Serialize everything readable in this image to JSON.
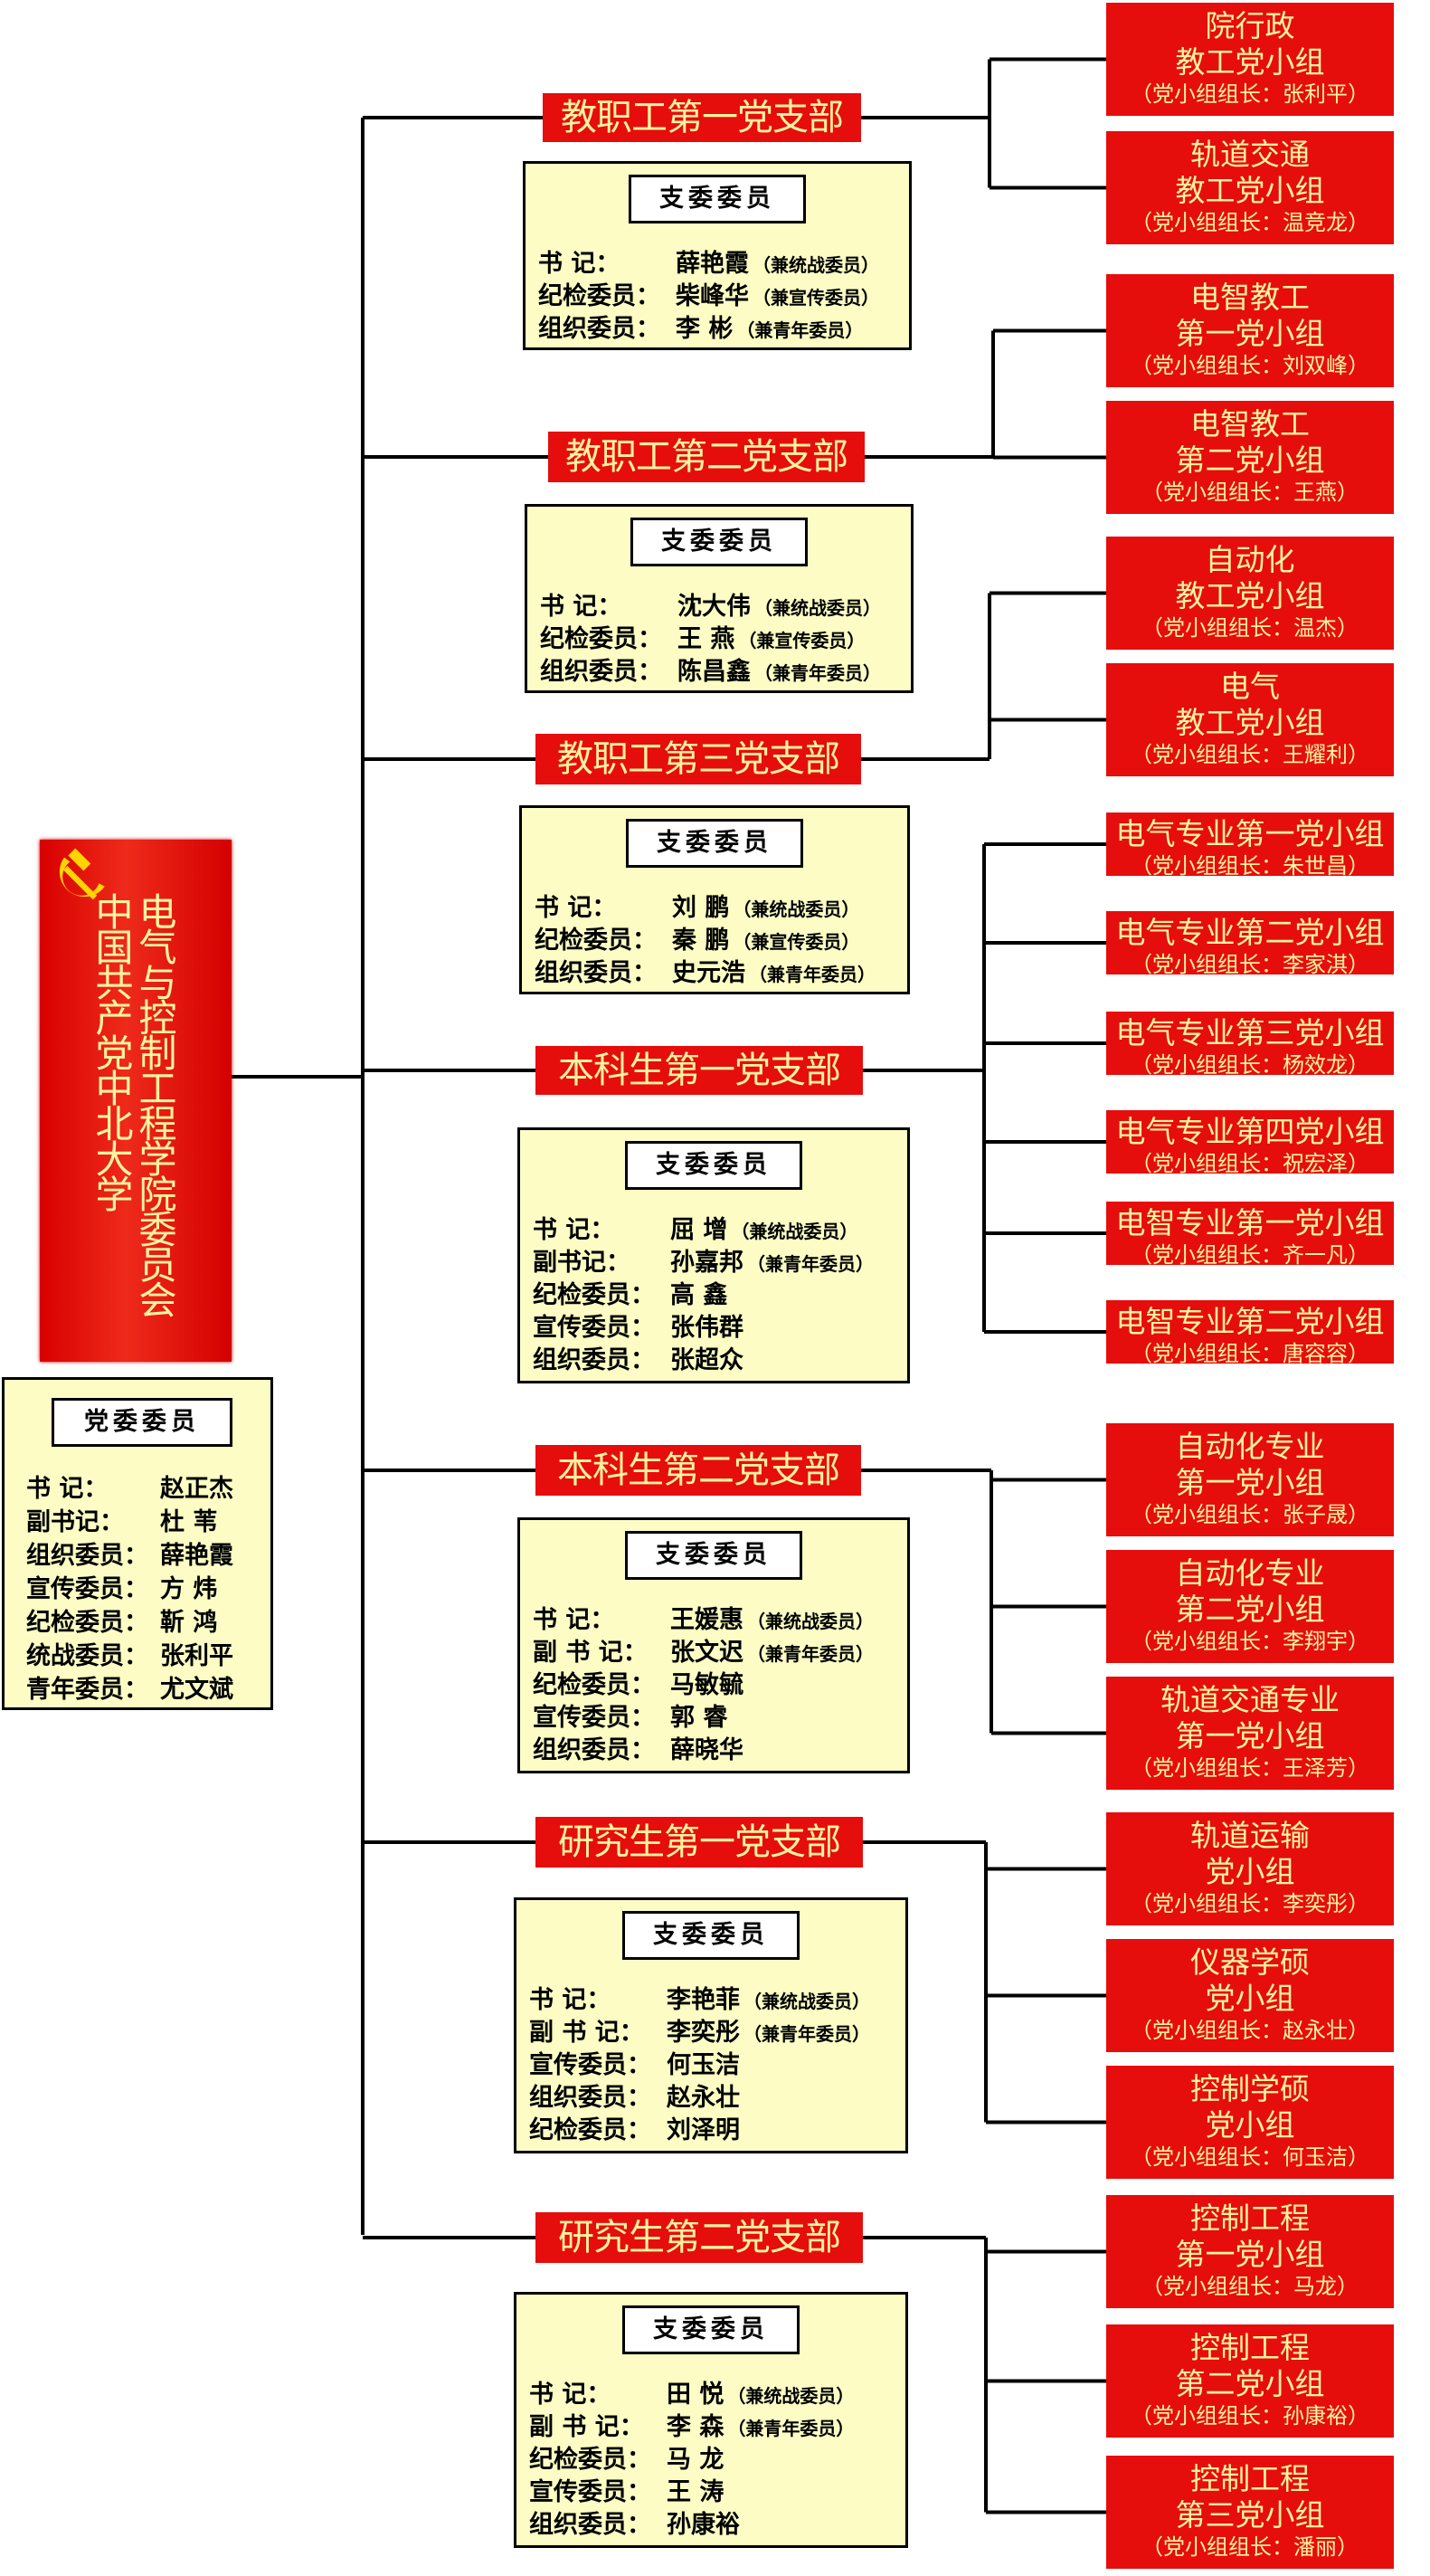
{
  "root": {
    "lines": [
      "中国共产党中北大学",
      "电气与控制工程学院委员会"
    ]
  },
  "party_committee": {
    "title": "党委委员",
    "members": [
      {
        "role": "书    记：",
        "name": "赵正杰"
      },
      {
        "role": "副书记：",
        "name": "杜    苇"
      },
      {
        "role": "组织委员：",
        "name": "薛艳霞"
      },
      {
        "role": "宣传委员：",
        "name": "方    炜"
      },
      {
        "role": "纪检委员：",
        "name": "靳    鸿"
      },
      {
        "role": "统战委员：",
        "name": "张利平"
      },
      {
        "role": "青年委员：",
        "name": "尤文斌"
      }
    ]
  },
  "branches": [
    {
      "name": "教职工第一党支部",
      "committee": {
        "title": "支委委员",
        "members": [
          {
            "role": "书    记：",
            "name": "薛艳霞",
            "note": "（兼统战委员）"
          },
          {
            "role": "纪检委员：",
            "name": "柴峰华",
            "note": "（兼宣传委员）"
          },
          {
            "role": "组织委员：",
            "name": "李    彬",
            "note": "（兼青年委员）"
          }
        ]
      },
      "groups": [
        {
          "lines": [
            "院行政",
            "教工党小组"
          ],
          "leader": "（党小组组长：张利平）"
        },
        {
          "lines": [
            "轨道交通",
            "教工党小组"
          ],
          "leader": "（党小组组长：温竞龙）"
        }
      ]
    },
    {
      "name": "教职工第二党支部",
      "committee": {
        "title": "支委委员",
        "members": [
          {
            "role": "书    记：",
            "name": "沈大伟",
            "note": "（兼统战委员）"
          },
          {
            "role": "纪检委员：",
            "name": "王    燕",
            "note": "（兼宣传委员）"
          },
          {
            "role": "组织委员：",
            "name": "陈昌鑫",
            "note": "（兼青年委员）"
          }
        ]
      },
      "groups": [
        {
          "lines": [
            "电智教工",
            "第一党小组"
          ],
          "leader": "（党小组组长：刘双峰）"
        },
        {
          "lines": [
            "电智教工",
            "第二党小组"
          ],
          "leader": "（党小组组长：王燕）"
        }
      ]
    },
    {
      "name": "教职工第三党支部",
      "committee": {
        "title": "支委委员",
        "members": [
          {
            "role": "书    记：",
            "name": "刘    鹏",
            "note": "（兼统战委员）"
          },
          {
            "role": "纪检委员：",
            "name": "秦    鹏",
            "note": "（兼宣传委员）"
          },
          {
            "role": "组织委员：",
            "name": "史元浩",
            "note": "（兼青年委员）"
          }
        ]
      },
      "groups": [
        {
          "lines": [
            "自动化",
            "教工党小组"
          ],
          "leader": "（党小组组长：温杰）"
        },
        {
          "lines": [
            "电气",
            "教工党小组"
          ],
          "leader": "（党小组组长：王耀利）"
        }
      ]
    },
    {
      "name": "本科生第一党支部",
      "committee": {
        "title": "支委委员",
        "members": [
          {
            "role": "书    记：",
            "name": "屈    增",
            "note": "（兼统战委员）"
          },
          {
            "role": "副书记：",
            "name": "孙嘉邦",
            "note": "（兼青年委员）"
          },
          {
            "role": "纪检委员：",
            "name": "高    鑫"
          },
          {
            "role": "宣传委员：",
            "name": "张伟群"
          },
          {
            "role": "组织委员：",
            "name": "张超众"
          }
        ]
      },
      "groups": [
        {
          "lines": [
            "电气专业第一党小组"
          ],
          "leader": "（党小组组长：朱世昌）"
        },
        {
          "lines": [
            "电气专业第二党小组"
          ],
          "leader": "（党小组组长：李家淇）"
        },
        {
          "lines": [
            "电气专业第三党小组"
          ],
          "leader": "（党小组组长：杨效龙）"
        },
        {
          "lines": [
            "电气专业第四党小组"
          ],
          "leader": "（党小组组长：祝宏泽）"
        },
        {
          "lines": [
            "电智专业第一党小组"
          ],
          "leader": "（党小组组长：齐一凡）"
        },
        {
          "lines": [
            "电智专业第二党小组"
          ],
          "leader": "（党小组组长：唐容容）"
        }
      ]
    },
    {
      "name": "本科生第二党支部",
      "committee": {
        "title": "支委委员",
        "members": [
          {
            "role": "书    记：",
            "name": "王媛惠",
            "note": "（兼统战委员）"
          },
          {
            "role": "副 书 记：",
            "name": "张文迟",
            "note": "（兼青年委员）"
          },
          {
            "role": "纪检委员：",
            "name": "马敏毓"
          },
          {
            "role": "宣传委员：",
            "name": "郭    睿"
          },
          {
            "role": "组织委员：",
            "name": "薛晓华"
          }
        ]
      },
      "groups": [
        {
          "lines": [
            "自动化专业",
            "第一党小组"
          ],
          "leader": "（党小组组长：张子晟）"
        },
        {
          "lines": [
            "自动化专业",
            "第二党小组"
          ],
          "leader": "（党小组组长：李翔宇）"
        },
        {
          "lines": [
            "轨道交通专业",
            "第一党小组"
          ],
          "leader": "（党小组组长：王泽芳）"
        }
      ]
    },
    {
      "name": "研究生第一党支部",
      "committee": {
        "title": "支委委员",
        "members": [
          {
            "role": "书    记：",
            "name": "李艳菲",
            "note": "（兼统战委员）"
          },
          {
            "role": "副 书 记：",
            "name": "李奕彤",
            "note": "（兼青年委员）"
          },
          {
            "role": "宣传委员：",
            "name": "何玉洁"
          },
          {
            "role": "组织委员：",
            "name": "赵永壮"
          },
          {
            "role": "纪检委员：",
            "name": "刘泽明"
          }
        ]
      },
      "groups": [
        {
          "lines": [
            "轨道运输",
            "党小组"
          ],
          "leader": "（党小组组长：李奕彤）"
        },
        {
          "lines": [
            "仪器学硕",
            "党小组"
          ],
          "leader": "（党小组组长：赵永壮）"
        },
        {
          "lines": [
            "控制学硕",
            "党小组"
          ],
          "leader": "（党小组组长：何玉洁）"
        }
      ]
    },
    {
      "name": "研究生第二党支部",
      "committee": {
        "title": "支委委员",
        "members": [
          {
            "role": "书    记：",
            "name": "田    悦",
            "note": "（兼统战委员）"
          },
          {
            "role": "副 书 记：",
            "name": "李    森",
            "note": "（兼青年委员）"
          },
          {
            "role": "纪检委员：",
            "name": "马    龙"
          },
          {
            "role": "宣传委员：",
            "name": "王    涛"
          },
          {
            "role": "组织委员：",
            "name": "孙康裕"
          }
        ]
      },
      "groups": [
        {
          "lines": [
            "控制工程",
            "第一党小组"
          ],
          "leader": "（党小组组长：马龙）"
        },
        {
          "lines": [
            "控制工程",
            "第二党小组"
          ],
          "leader": "（党小组组长：孙康裕）"
        },
        {
          "lines": [
            "控制工程",
            "第三党小组"
          ],
          "leader": "（党小组组长：潘丽）"
        }
      ]
    }
  ]
}
